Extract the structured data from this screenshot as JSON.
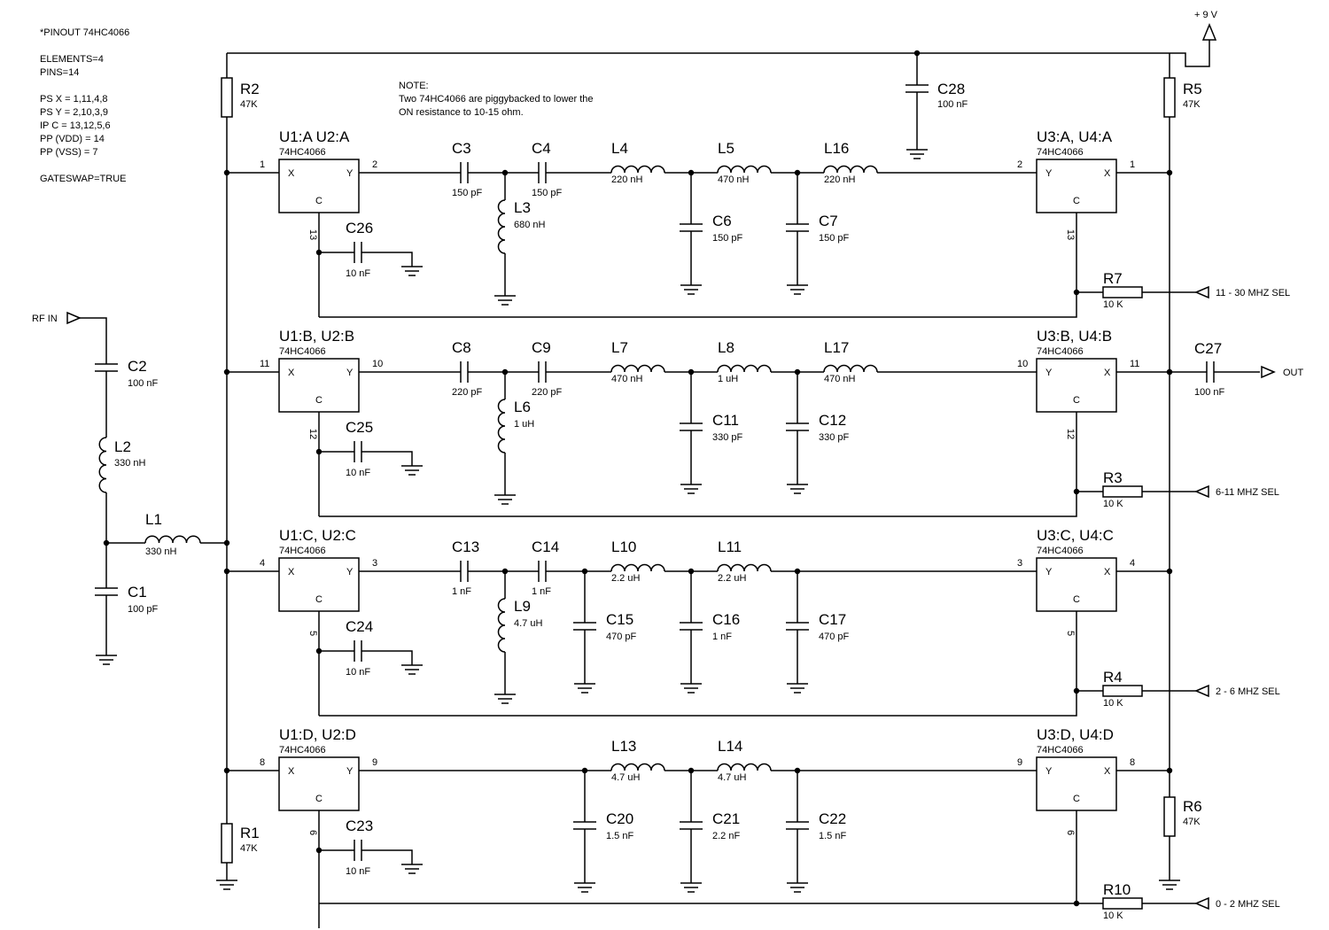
{
  "header_notes": {
    "pinout": "*PINOUT 74HC4066",
    "elements": "ELEMENTS=4",
    "pins": "PINS=14",
    "psx": "PS X = 1,11,4,8",
    "psy": "PS Y = 2,10,3,9",
    "ipc": "IP C = 13,12,5,6",
    "vdd": "PP (VDD) = 14",
    "vss": "PP (VSS) = 7",
    "gateswap": "GATESWAP=TRUE"
  },
  "note": {
    "title": "NOTE:",
    "line1": "Two 74HC4066 are piggybacked to lower the",
    "line2": "ON resistance to 10-15 ohm."
  },
  "power": {
    "label": "+ 9 V"
  },
  "ports": {
    "rf_in": "RF IN",
    "out": "OUT",
    "sel1": "11 - 30 MHZ SEL",
    "sel2": "6-11 MHZ SEL",
    "sel3": "2 - 6 MHZ SEL",
    "sel4": "0 - 2 MHZ SEL"
  },
  "switches": [
    {
      "name": "U1:A U2:A",
      "type": "74HC4066",
      "pin_x": "1",
      "pin_y": "2",
      "pin_c": "13"
    },
    {
      "name": "U1:B, U2:B",
      "type": "74HC4066",
      "pin_x": "11",
      "pin_y": "10",
      "pin_c": "12"
    },
    {
      "name": "U1:C, U2:C",
      "type": "74HC4066",
      "pin_x": "4",
      "pin_y": "3",
      "pin_c": "5"
    },
    {
      "name": "U1:D, U2:D",
      "type": "74HC4066",
      "pin_x": "8",
      "pin_y": "9",
      "pin_c": "6"
    },
    {
      "name": "U3:A, U4:A",
      "type": "74HC4066",
      "pin_x": "1",
      "pin_y": "2",
      "pin_c": "13"
    },
    {
      "name": "U3:B, U4:B",
      "type": "74HC4066",
      "pin_x": "11",
      "pin_y": "10",
      "pin_c": "12"
    },
    {
      "name": "U3:C, U4:C",
      "type": "74HC4066",
      "pin_x": "4",
      "pin_y": "3",
      "pin_c": "5"
    },
    {
      "name": "U3:D, U4:D",
      "type": "74HC4066",
      "pin_x": "8",
      "pin_y": "9",
      "pin_c": "6"
    }
  ],
  "gate_letters": {
    "x": "X",
    "y": "Y",
    "c": "C"
  },
  "components": {
    "R1": {
      "name": "R1",
      "value": "47K"
    },
    "R2": {
      "name": "R2",
      "value": "47K"
    },
    "R5": {
      "name": "R5",
      "value": "47K"
    },
    "R6": {
      "name": "R6",
      "value": "47K"
    },
    "R7": {
      "name": "R7",
      "value": "10 K"
    },
    "R3": {
      "name": "R3",
      "value": "10 K"
    },
    "R4": {
      "name": "R4",
      "value": "10 K"
    },
    "R10": {
      "name": "R10",
      "value": "10 K"
    },
    "C1": {
      "name": "C1",
      "value": "100 pF"
    },
    "C2": {
      "name": "C2",
      "value": "100 nF"
    },
    "L1": {
      "name": "L1",
      "value": "330 nH"
    },
    "L2": {
      "name": "L2",
      "value": "330 nH"
    },
    "C28": {
      "name": "C28",
      "value": "100 nF"
    },
    "C27": {
      "name": "C27",
      "value": "100 nF"
    },
    "C3": {
      "name": "C3",
      "value": "150 pF"
    },
    "C4": {
      "name": "C4",
      "value": "150 pF"
    },
    "L3": {
      "name": "L3",
      "value": "680 nH"
    },
    "L4": {
      "name": "L4",
      "value": "220 nH"
    },
    "L5": {
      "name": "L5",
      "value": "470 nH"
    },
    "L16": {
      "name": "L16",
      "value": "220 nH"
    },
    "C6": {
      "name": "C6",
      "value": "150 pF"
    },
    "C7": {
      "name": "C7",
      "value": "150 pF"
    },
    "C26": {
      "name": "C26",
      "value": "10 nF"
    },
    "C8": {
      "name": "C8",
      "value": "220 pF"
    },
    "C9": {
      "name": "C9",
      "value": "220 pF"
    },
    "L6": {
      "name": "L6",
      "value": "1 uH"
    },
    "L7": {
      "name": "L7",
      "value": "470 nH"
    },
    "L8": {
      "name": "L8",
      "value": "1 uH"
    },
    "L17": {
      "name": "L17",
      "value": "470 nH"
    },
    "C11": {
      "name": "C11",
      "value": "330 pF"
    },
    "C12": {
      "name": "C12",
      "value": "330 pF"
    },
    "C25": {
      "name": "C25",
      "value": "10 nF"
    },
    "C13": {
      "name": "C13",
      "value": "1 nF"
    },
    "C14": {
      "name": "C14",
      "value": "1 nF"
    },
    "L9": {
      "name": "L9",
      "value": "4.7 uH"
    },
    "L10": {
      "name": "L10",
      "value": "2.2 uH"
    },
    "L11": {
      "name": "L11",
      "value": "2.2 uH"
    },
    "C15": {
      "name": "C15",
      "value": "470 pF"
    },
    "C16": {
      "name": "C16",
      "value": "1 nF"
    },
    "C17": {
      "name": "C17",
      "value": "470 pF"
    },
    "C24": {
      "name": "C24",
      "value": "10 nF"
    },
    "L13": {
      "name": "L13",
      "value": "4.7 uH"
    },
    "L14": {
      "name": "L14",
      "value": "4.7 uH"
    },
    "C20": {
      "name": "C20",
      "value": "1.5 nF"
    },
    "C21": {
      "name": "C21",
      "value": "2.2 nF"
    },
    "C22": {
      "name": "C22",
      "value": "1.5 nF"
    },
    "C23": {
      "name": "C23",
      "value": "10 nF"
    }
  }
}
